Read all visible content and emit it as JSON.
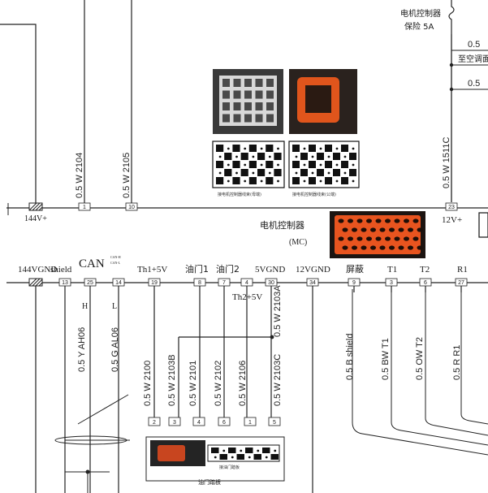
{
  "controller": {
    "name_cn": "电机控制器",
    "name_abbr": "(MC)"
  },
  "fuse": {
    "line1": "电机控制器",
    "line2": "保险 5A"
  },
  "top_right": {
    "wire1": "0.5",
    "label": "至空调面",
    "wire2": "0.5"
  },
  "rails": {
    "top": "144V+",
    "bottom": "144VGND",
    "twelve": "12V+"
  },
  "top_pins": [
    {
      "pin": "1",
      "wire": "0.5 W 2104"
    },
    {
      "pin": "10",
      "wire": "0.5 W 2105"
    },
    {
      "pin": "23",
      "wire": "0.5 W 1511C"
    }
  ],
  "photo_captions": {
    "left": "接电机控制器线束(母端)",
    "right": "接电机控制器线束(公端)"
  },
  "bottom_labels": [
    "shield",
    "CAN",
    "Th1+5V",
    "油门1",
    "油门2",
    "5VGND",
    "12VGND",
    "屏蔽",
    "T1",
    "T2",
    "R1"
  ],
  "can_legend": {
    "line1": "CAN-H",
    "line2": "CAN-L"
  },
  "th2": "Th2+5V",
  "bottom_pins": [
    "13",
    "25",
    "14",
    "19",
    "8",
    "7",
    "4",
    "30",
    "34",
    "9",
    "3",
    "6",
    "27"
  ],
  "hl": {
    "h": "H",
    "l": "L"
  },
  "bottom_wires": [
    "0.5 Y AH06",
    "0.5 G AL06",
    "0.5 W 2100",
    "0.5 W 2103B",
    "0.5 W 2101",
    "0.5 W 2102",
    "0.5 W 2106",
    "0.5 W 2103C",
    "0.5 W 2103A",
    "0.5 B shield",
    "0.5 BW T1",
    "0.5 OW T2",
    "0.5 R R1"
  ],
  "throttle_pins": [
    "2",
    "3",
    "4",
    "6",
    "1",
    "5"
  ],
  "throttle_caption": "接油门踏板",
  "throttle_name": "油门踏板"
}
